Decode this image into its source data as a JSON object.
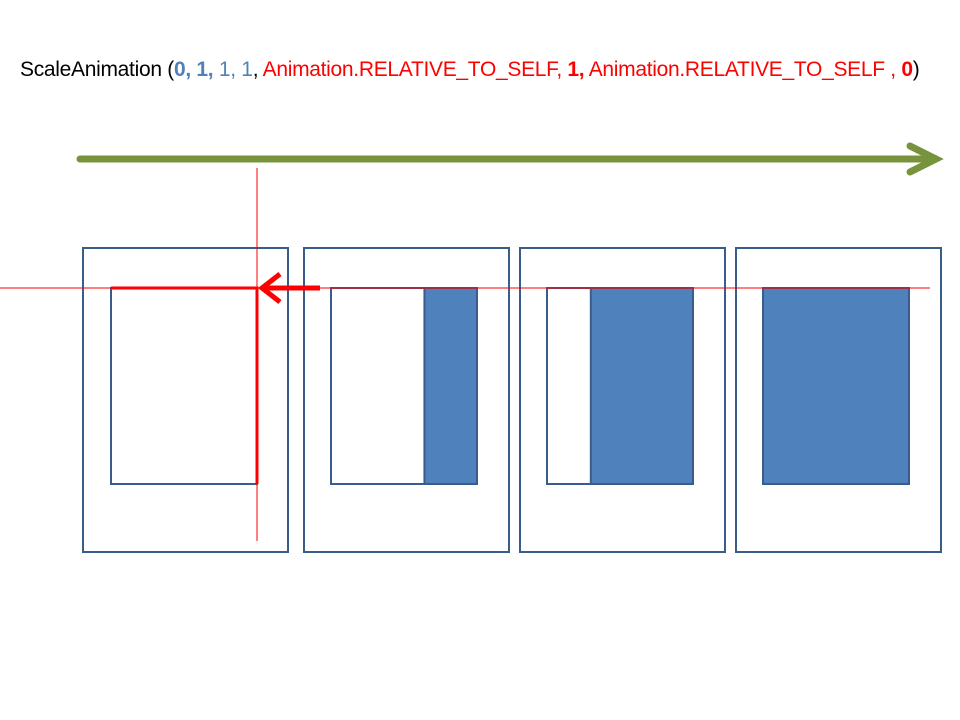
{
  "title": {
    "prefix": "ScaleAnimation (",
    "arg1": "0,",
    "arg2": " 1,",
    "arg3": " 1, 1",
    "sep": ", ",
    "arg5": "Animation.RELATIVE_TO_SELF,",
    "arg6": " 1,",
    "arg7": " Animation.RELATIVE_TO_SELF , ",
    "arg8": "0",
    "suffix": ")"
  },
  "frames": [
    {
      "fill_fraction": 0
    },
    {
      "fill_fraction": 0.36
    },
    {
      "fill_fraction": 0.7
    },
    {
      "fill_fraction": 1
    }
  ],
  "colors": {
    "frame": "#385d8a",
    "fill": "#4f81bd",
    "pivot": "#ff0000",
    "timeline": "#77933c"
  }
}
